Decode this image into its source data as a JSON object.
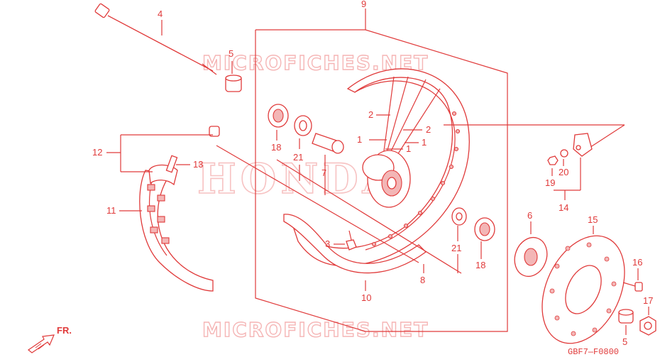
{
  "watermarks": {
    "top": "MICROFICHES.NET",
    "center": "HONDA",
    "bottom": "MICROFICHES.NET"
  },
  "diagram_code": "GBF7—F0800",
  "direction_label": "FR.",
  "colors": {
    "line": "#e03a3a",
    "watermark": "#f5b5b5",
    "background": "#ffffff"
  },
  "callouts": [
    {
      "id": "c4",
      "text": "4"
    },
    {
      "id": "c5a",
      "text": "5"
    },
    {
      "id": "c9",
      "text": "9"
    },
    {
      "id": "c2a",
      "text": "2"
    },
    {
      "id": "c2b",
      "text": "2"
    },
    {
      "id": "c1a",
      "text": "1"
    },
    {
      "id": "c1b",
      "text": "1"
    },
    {
      "id": "c1c",
      "text": "1"
    },
    {
      "id": "c12",
      "text": "12"
    },
    {
      "id": "c13",
      "text": "13"
    },
    {
      "id": "c11",
      "text": "11"
    },
    {
      "id": "c18a",
      "text": "18"
    },
    {
      "id": "c21a",
      "text": "21"
    },
    {
      "id": "c7",
      "text": "7"
    },
    {
      "id": "c3",
      "text": "3"
    },
    {
      "id": "c10",
      "text": "10"
    },
    {
      "id": "c8",
      "text": "8"
    },
    {
      "id": "c21b",
      "text": "21"
    },
    {
      "id": "c18b",
      "text": "18"
    },
    {
      "id": "c19",
      "text": "19"
    },
    {
      "id": "c20",
      "text": "20"
    },
    {
      "id": "c14",
      "text": "14"
    },
    {
      "id": "c6",
      "text": "6"
    },
    {
      "id": "c15",
      "text": "15"
    },
    {
      "id": "c16",
      "text": "16"
    },
    {
      "id": "c17",
      "text": "17"
    },
    {
      "id": "c5b",
      "text": "5"
    }
  ]
}
